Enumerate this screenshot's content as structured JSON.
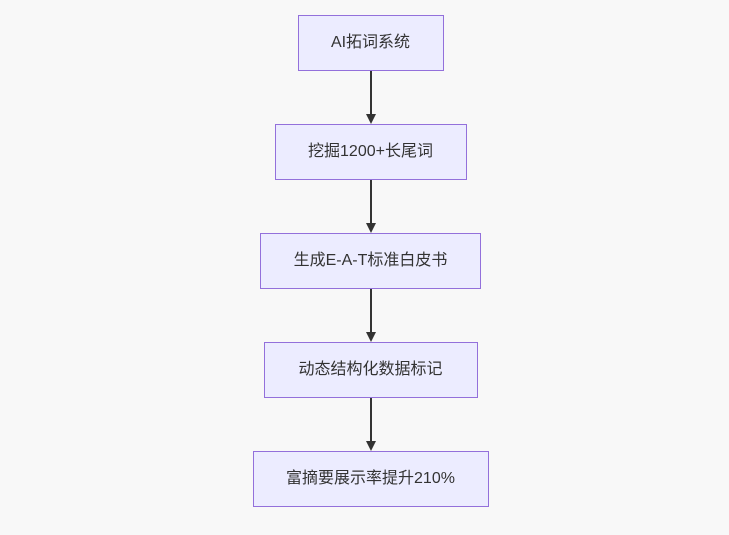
{
  "diagram": {
    "type": "flowchart",
    "direction": "top-down",
    "nodes": [
      {
        "id": "n1",
        "label": "AI拓词系统"
      },
      {
        "id": "n2",
        "label": "挖掘1200+长尾词"
      },
      {
        "id": "n3",
        "label": "生成E-A-T标准白皮书"
      },
      {
        "id": "n4",
        "label": "动态结构化数据标记"
      },
      {
        "id": "n5",
        "label": "富摘要展示率提升210%"
      }
    ],
    "edges": [
      {
        "from": "n1",
        "to": "n2",
        "style": "solid-arrow"
      },
      {
        "from": "n2",
        "to": "n3",
        "style": "solid-arrow"
      },
      {
        "from": "n3",
        "to": "n4",
        "style": "solid-arrow"
      },
      {
        "from": "n4",
        "to": "n5",
        "style": "solid-arrow"
      }
    ]
  },
  "colors": {
    "background": "#f8f8f8",
    "node_fill": "#ececff",
    "node_border": "#9370db",
    "node_text": "#333333",
    "arrow": "#333333"
  }
}
